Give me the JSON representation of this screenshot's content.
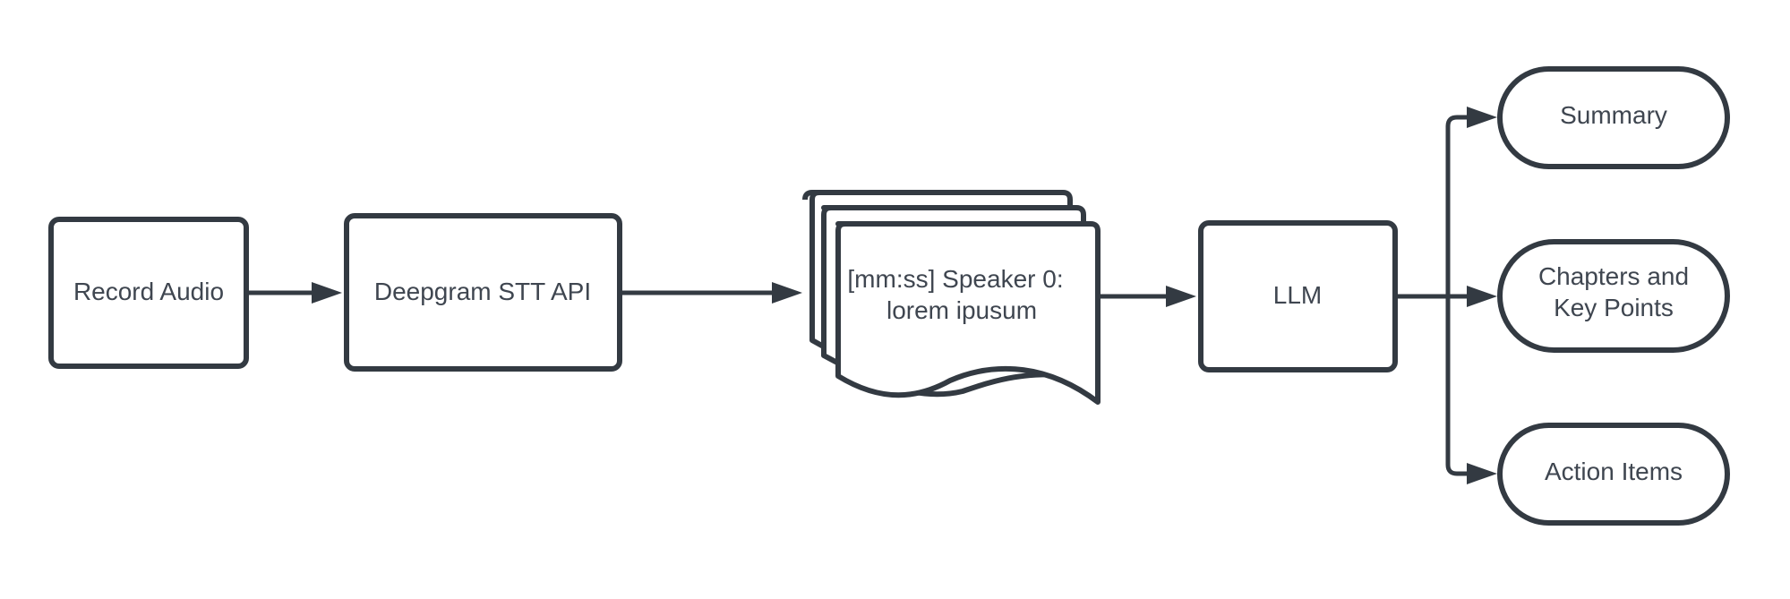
{
  "diagram": {
    "colors": {
      "stroke": "#333a42",
      "text": "#3f4650",
      "background": "#ffffff"
    },
    "nodes": {
      "record_audio": {
        "label": "Record Audio",
        "shape": "rectangle"
      },
      "deepgram": {
        "label": "Deepgram STT API",
        "shape": "rectangle"
      },
      "transcript": {
        "line1": "[mm:ss] Speaker 0:",
        "line2": "lorem ipusum",
        "shape": "multi-document"
      },
      "llm": {
        "label": "LLM",
        "shape": "rectangle"
      },
      "summary": {
        "label": "Summary",
        "shape": "terminator"
      },
      "chapters": {
        "line1": "Chapters and",
        "line2": "Key Points",
        "shape": "terminator"
      },
      "action_items": {
        "label": "Action Items",
        "shape": "terminator"
      }
    },
    "edges": [
      {
        "from": "record_audio",
        "to": "deepgram"
      },
      {
        "from": "deepgram",
        "to": "transcript"
      },
      {
        "from": "transcript",
        "to": "llm"
      },
      {
        "from": "llm",
        "to": "summary"
      },
      {
        "from": "llm",
        "to": "chapters"
      },
      {
        "from": "llm",
        "to": "action_items"
      }
    ]
  }
}
